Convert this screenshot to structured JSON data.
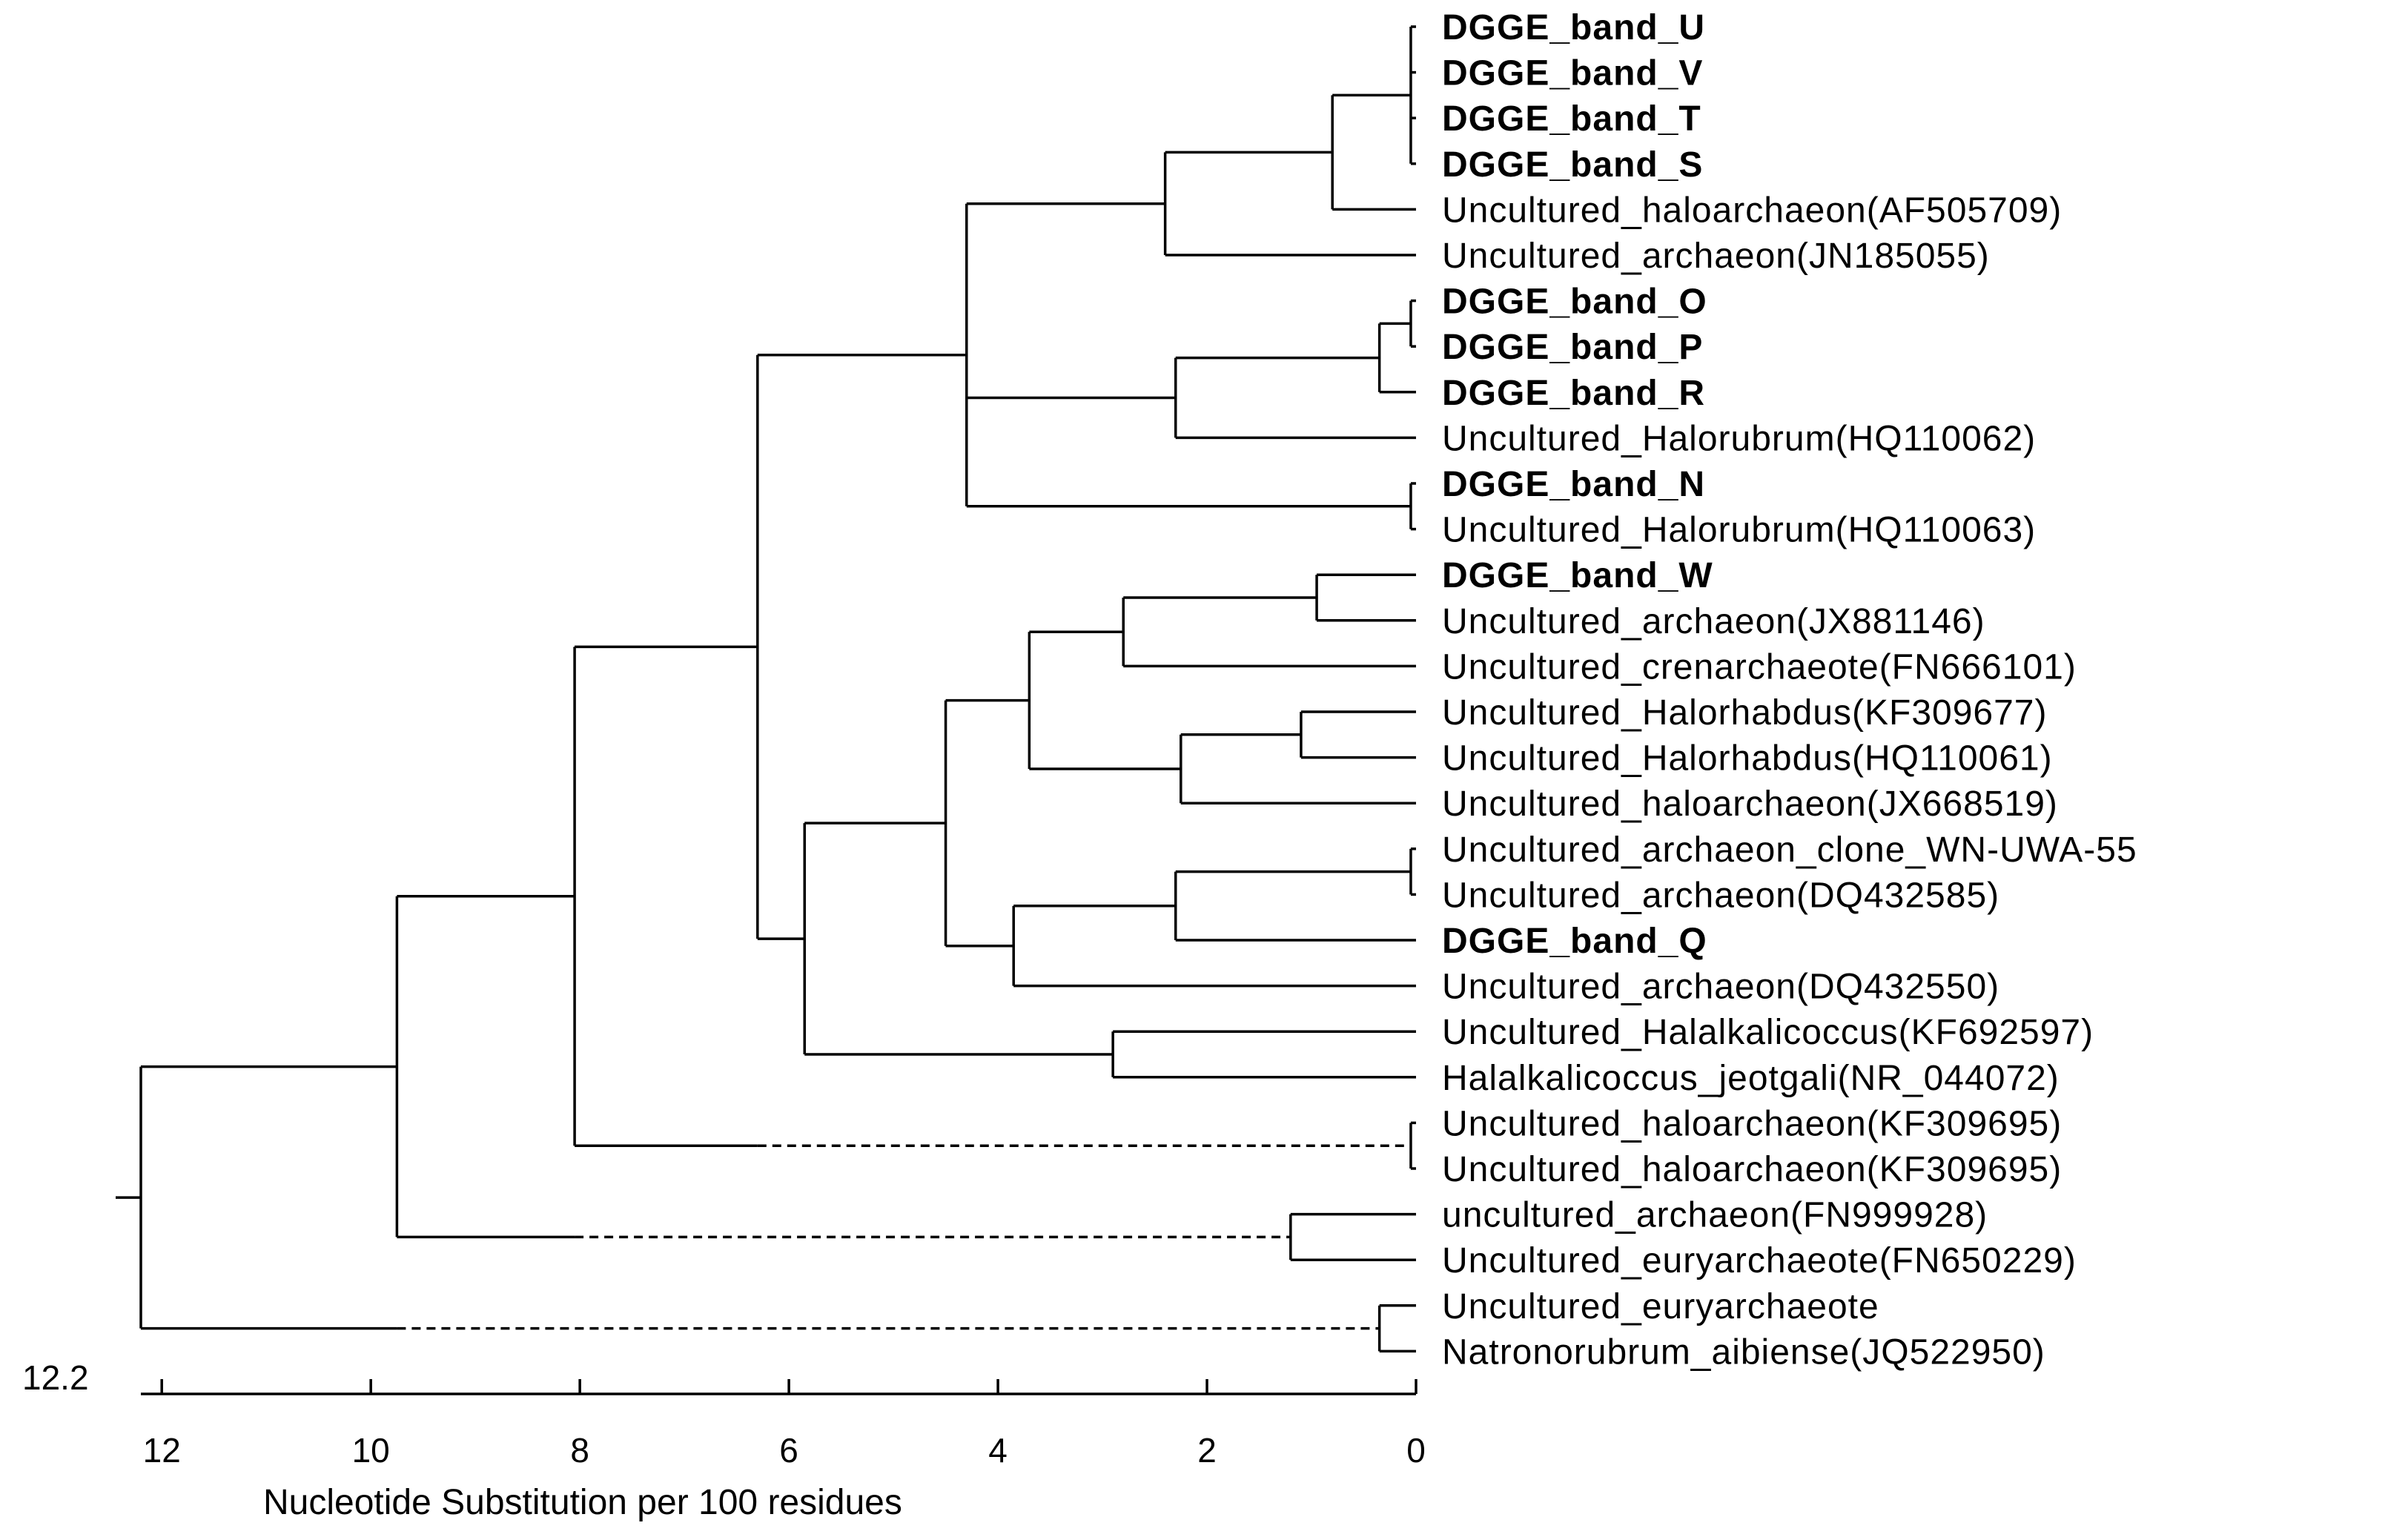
{
  "figure": {
    "scale_label": "12.2",
    "axis_title": "Nucleotide Substitution per 100 residues",
    "axis_ticks": [
      "12",
      "10",
      "8",
      "6",
      "4",
      "2",
      "0"
    ],
    "axis_range": [
      12.2,
      0
    ]
  },
  "leaves": [
    {
      "id": "U",
      "label": "DGGE_band_U",
      "bold": true
    },
    {
      "id": "V",
      "label": "DGGE_band_V",
      "bold": true
    },
    {
      "id": "T",
      "label": "DGGE_band_T",
      "bold": true
    },
    {
      "id": "S",
      "label": "DGGE_band_S",
      "bold": true
    },
    {
      "id": "AF505709",
      "label": "Uncultured_haloarchaeon(AF505709)",
      "bold": false
    },
    {
      "id": "JN185055",
      "label": "Uncultured_archaeon(JN185055)",
      "bold": false
    },
    {
      "id": "O",
      "label": "DGGE_band_O",
      "bold": true
    },
    {
      "id": "P",
      "label": "DGGE_band_P",
      "bold": true
    },
    {
      "id": "R",
      "label": "DGGE_band_R",
      "bold": true
    },
    {
      "id": "HQ110062",
      "label": "Uncultured_Halorubrum(HQ110062)",
      "bold": false
    },
    {
      "id": "N",
      "label": "DGGE_band_N",
      "bold": true
    },
    {
      "id": "HQ110063",
      "label": "Uncultured_Halorubrum(HQ110063)",
      "bold": false
    },
    {
      "id": "W",
      "label": "DGGE_band_W",
      "bold": true
    },
    {
      "id": "JX881146",
      "label": "Uncultured_archaeon(JX881146)",
      "bold": false
    },
    {
      "id": "FN666101",
      "label": "Uncultured_crenarchaeote(FN666101)",
      "bold": false
    },
    {
      "id": "KF309677",
      "label": "Uncultured_Halorhabdus(KF309677)",
      "bold": false
    },
    {
      "id": "HQ110061",
      "label": "Uncultured_Halorhabdus(HQ110061)",
      "bold": false
    },
    {
      "id": "JX668519",
      "label": "Uncultured_haloarchaeon(JX668519)",
      "bold": false
    },
    {
      "id": "WN55",
      "label": "Uncultured_archaeon_clone_WN-UWA-55",
      "bold": false
    },
    {
      "id": "DQ432585",
      "label": "Uncultured_archaeon(DQ432585)",
      "bold": false
    },
    {
      "id": "Q",
      "label": "DGGE_band_Q",
      "bold": true
    },
    {
      "id": "DQ432550",
      "label": "Uncultured_archaeon(DQ432550)",
      "bold": false
    },
    {
      "id": "KF692597",
      "label": "Uncultured_Halalkalicoccus(KF692597)",
      "bold": false
    },
    {
      "id": "NR044072",
      "label": "Halalkalicoccus_jeotgali(NR_044072)",
      "bold": false
    },
    {
      "id": "KF309695a",
      "label": "Uncultured_haloarchaeon(KF309695)",
      "bold": false
    },
    {
      "id": "KF309695b",
      "label": "Uncultured_haloarchaeon(KF309695)",
      "bold": false
    },
    {
      "id": "FN999928",
      "label": "uncultured_archaeon(FN999928)",
      "bold": false
    },
    {
      "id": "FN650229",
      "label": "Uncultured_euryarchaeote(FN650229)",
      "bold": false
    },
    {
      "id": "EURY",
      "label": "Uncultured_euryarchaeote",
      "bold": false
    },
    {
      "id": "JQ522950",
      "label": "Natronorubrum_aibiense(JQ522950)",
      "bold": false
    }
  ],
  "tree": {
    "h": 12.2,
    "c": [
      {
        "h": 9.75,
        "c": [
          {
            "h": 8.05,
            "c": [
              {
                "h": 6.3,
                "c": [
                  {
                    "h": 4.3,
                    "c": [
                      {
                        "h": 2.4,
                        "c": [
                          {
                            "h": 0.8,
                            "c": [
                              {
                                "h": 0.05,
                                "c": [
                                  {
                                    "l": 0
                                  },
                                  {
                                    "l": 1
                                  },
                                  {
                                    "l": 2
                                  },
                                  {
                                    "l": 3
                                  }
                                ]
                              },
                              {
                                "l": 4
                              }
                            ]
                          },
                          {
                            "l": 5
                          }
                        ]
                      },
                      {
                        "h": 2.3,
                        "c": [
                          {
                            "h": 0.35,
                            "c": [
                              {
                                "h": 0.05,
                                "c": [
                                  {
                                    "l": 6
                                  },
                                  {
                                    "l": 7
                                  }
                                ]
                              },
                              {
                                "l": 8
                              }
                            ]
                          },
                          {
                            "l": 9
                          }
                        ]
                      },
                      {
                        "h": 0.05,
                        "c": [
                          {
                            "l": 10
                          },
                          {
                            "l": 11
                          }
                        ]
                      }
                    ]
                  },
                  {
                    "h": 5.85,
                    "c": [
                      {
                        "h": 4.5,
                        "c": [
                          {
                            "h": 3.7,
                            "c": [
                              {
                                "h": 2.8,
                                "c": [
                                  {
                                    "h": 0.95,
                                    "c": [
                                      {
                                        "l": 12
                                      },
                                      {
                                        "l": 13
                                      }
                                    ]
                                  },
                                  {
                                    "l": 14
                                  }
                                ]
                              },
                              {
                                "h": 2.25,
                                "c": [
                                  {
                                    "h": 1.1,
                                    "c": [
                                      {
                                        "l": 15
                                      },
                                      {
                                        "l": 16
                                      }
                                    ]
                                  },
                                  {
                                    "l": 17
                                  }
                                ]
                              }
                            ]
                          },
                          {
                            "h": 3.85,
                            "c": [
                              {
                                "h": 2.3,
                                "c": [
                                  {
                                    "h": 0.05,
                                    "c": [
                                      {
                                        "l": 18
                                      },
                                      {
                                        "l": 19
                                      }
                                    ]
                                  },
                                  {
                                    "l": 20
                                  }
                                ]
                              },
                              {
                                "l": 21
                              }
                            ]
                          }
                        ]
                      },
                      {
                        "h": 2.9,
                        "c": [
                          {
                            "l": 22
                          },
                          {
                            "l": 23
                          }
                        ]
                      }
                    ]
                  }
                ]
              },
              {
                "h": 0.05,
                "dashed": true,
                "dash_to": 6.3,
                "c": [
                  {
                    "l": 24
                  },
                  {
                    "l": 25
                  }
                ]
              }
            ]
          },
          {
            "h": 1.2,
            "dashed": true,
            "dash_to": 8.05,
            "c": [
              {
                "l": 26
              },
              {
                "l": 27
              }
            ]
          }
        ]
      },
      {
        "h": 0.35,
        "dashed": true,
        "dash_to": 9.75,
        "c": [
          {
            "l": 28
          },
          {
            "l": 29
          }
        ]
      }
    ]
  }
}
